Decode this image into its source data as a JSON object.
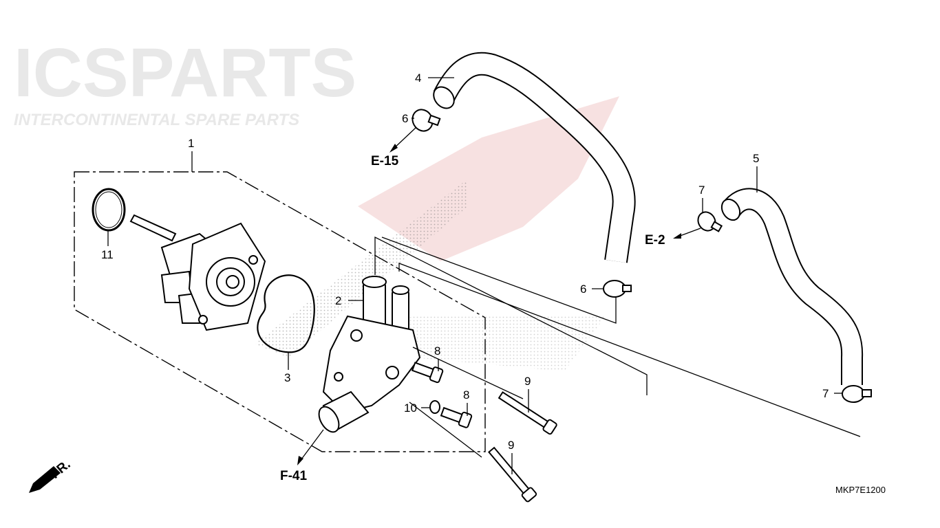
{
  "watermark": {
    "brand": "ICSPARTS",
    "tagline": "INTERCONTINENTAL SPARE PARTS"
  },
  "callouts": {
    "p1": "1",
    "p2": "2",
    "p3": "3",
    "p4": "4",
    "p5": "5",
    "p6a": "6",
    "p6b": "6",
    "p7a": "7",
    "p7b": "7",
    "p8a": "8",
    "p8b": "8",
    "p9a": "9",
    "p9b": "9",
    "p10": "10",
    "p11": "11"
  },
  "references": {
    "e15": "E-15",
    "e2": "E-2",
    "f41": "F-41"
  },
  "front_marker": "FR.",
  "diagram_code": "MKP7E1200"
}
